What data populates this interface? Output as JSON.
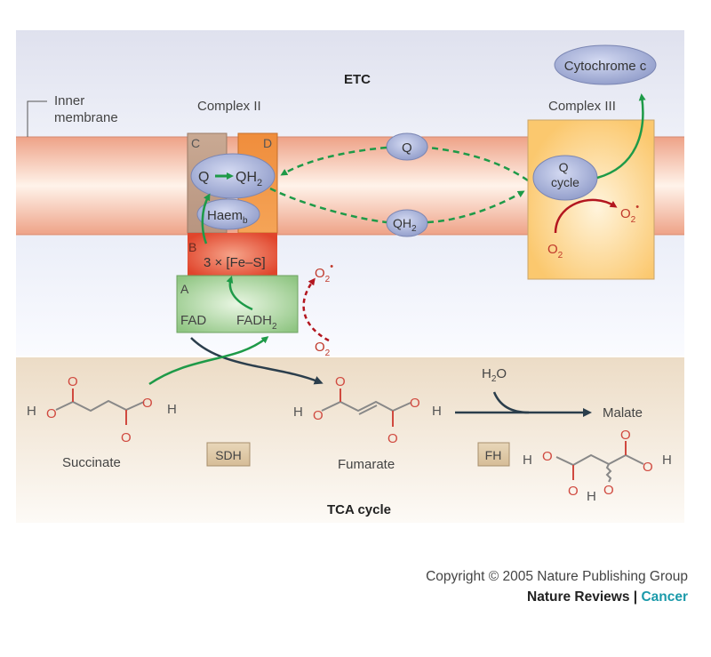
{
  "etc": {
    "title": "ETC",
    "inner_membrane_label_line1": "Inner",
    "inner_membrane_label_line2": "membrane",
    "complex2": {
      "title": "Complex II",
      "subunits": {
        "a": "A",
        "b": "B",
        "c": "C",
        "d": "D"
      },
      "q_label": "Q",
      "qh2_label": "QH",
      "qh2_sub": "2",
      "haem_label": "Haem",
      "haem_sub": "b",
      "fes_label": "3 × [Fe–S]",
      "fad_label": "FAD",
      "fadh2_label": "FADH",
      "fadh2_sub": "2",
      "o2_label": "O",
      "o2_sub": "2",
      "superoxide_label": "O",
      "superoxide_sub": "2",
      "superoxide_sup": "•"
    },
    "pool": {
      "q_label": "Q",
      "qh2_label": "QH",
      "qh2_sub": "2"
    },
    "complex3": {
      "title": "Complex III",
      "q_cycle_line1": "Q",
      "q_cycle_line2": "cycle",
      "o2_label": "O",
      "o2_sub": "2",
      "superoxide_label": "O",
      "superoxide_sub": "2",
      "superoxide_sup": "•"
    },
    "cytochrome_c_label": "Cytochrome c"
  },
  "tca": {
    "title": "TCA cycle",
    "succinate_label": "Succinate",
    "fumarate_label": "Fumarate",
    "malate_label": "Malate",
    "sdh_label": "SDH",
    "fh_label": "FH",
    "water_label": "H",
    "water_sub": "2",
    "water_tail": "O",
    "atom_o": "O",
    "atom_h": "H"
  },
  "footer": {
    "copyright": "Copyright © 2005 Nature Publishing Group",
    "journal": "Nature Reviews",
    "separator": " | ",
    "section": "Cancer"
  },
  "colors": {
    "electron_arrow": "#1e9a48",
    "ros_arrow": "#b3161f",
    "reaction_arrow": "#2b3e4c",
    "atom_oxygen": "#d0493f",
    "brand_accent": "#1b9aaa"
  }
}
